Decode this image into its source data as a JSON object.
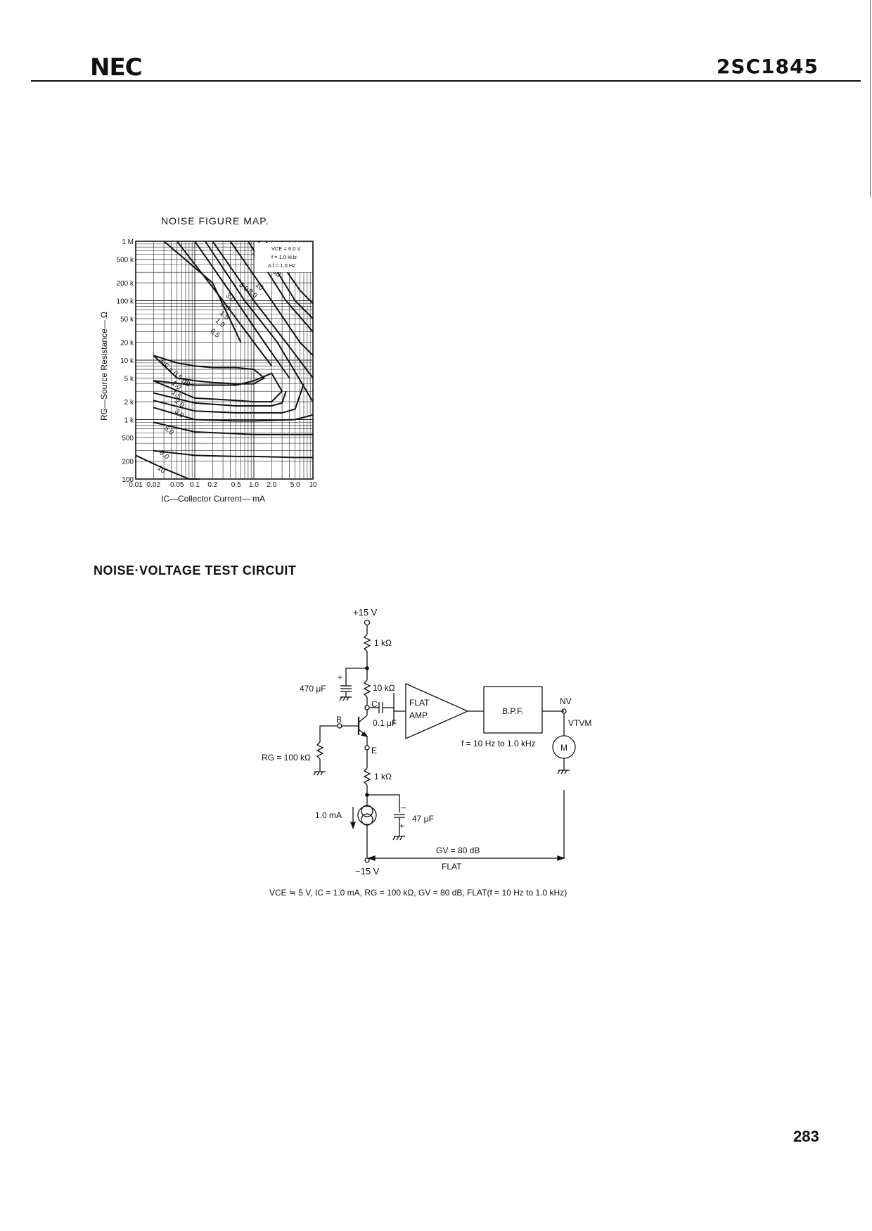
{
  "header": {
    "logo": "NEC",
    "part_number": "2SC1845"
  },
  "noise_map": {
    "title": "NOISE FIGURE MAP.",
    "ylabel": "RG—Source Resistance— Ω",
    "xlabel": "IC—Collector Current— mA",
    "yticks": [
      "1 M",
      "500 k",
      "200 k",
      "100 k",
      "50 k",
      "20 k",
      "10 k",
      "5 k",
      "2 k",
      "1 k",
      "500",
      "200",
      "100"
    ],
    "xticks": [
      "0.01",
      "0.02",
      "0.05",
      "0.1",
      "0.2",
      "0.5",
      "1.0",
      "2.0",
      "5.0",
      "10"
    ],
    "conditions": [
      "VCE = 6.0 V",
      "f = 1.0 kHz",
      "Δ f = 1.0 Hz"
    ],
    "curve_labels": [
      "NF = 0.5 dB",
      "1.0",
      "1.5",
      "2.0",
      "3.0",
      "5.0",
      "8.0",
      "10",
      "0.5",
      "1.0",
      "1.5",
      "2.0",
      "3.0",
      "5.0",
      "8.0",
      "10",
      "NF = 12 dB"
    ]
  },
  "chart_data": {
    "type": "line",
    "title": "NOISE FIGURE MAP.",
    "xlabel": "IC—Collector Current— mA",
    "ylabel": "RG—Source Resistance— Ω",
    "xscale": "log",
    "yscale": "log",
    "xlim": [
      0.01,
      10
    ],
    "ylim": [
      100,
      1000000
    ],
    "grid": true,
    "legend": "top-right",
    "conditions": {
      "VCE": "6.0 V",
      "f": "1.0 kHz",
      "delta_f": "1.0 Hz"
    },
    "series": [
      {
        "name": "NF = 0.5 dB",
        "closed": true,
        "x": [
          0.02,
          0.05,
          0.1,
          0.2,
          0.5,
          1.0,
          1.5,
          1.0,
          0.5,
          0.2,
          0.1,
          0.05,
          0.02
        ],
        "y": [
          12000,
          9000,
          8000,
          7500,
          7500,
          7000,
          5000,
          4000,
          4000,
          4200,
          4500,
          5000,
          12000
        ]
      },
      {
        "name": "1.0",
        "closed": true,
        "x": [
          0.02,
          0.1,
          0.5,
          1.0,
          2.0,
          3.0,
          2.0,
          1.0,
          0.5,
          0.1,
          0.02
        ],
        "y": [
          4500,
          3800,
          3800,
          4500,
          6000,
          3000,
          2000,
          2000,
          2100,
          2300,
          4500
        ]
      },
      {
        "name": "1.5",
        "x": [
          0.02,
          0.1,
          0.5,
          1.0,
          2.0,
          3.0,
          3.5
        ],
        "y": [
          2800,
          1900,
          1700,
          1700,
          1700,
          1900,
          3000
        ]
      },
      {
        "name": "2.0",
        "x": [
          0.02,
          0.1,
          0.5,
          1.0,
          3.0,
          5.0,
          7.0
        ],
        "y": [
          2100,
          1400,
          1300,
          1300,
          1300,
          1500,
          4000
        ]
      },
      {
        "name": "3.0",
        "x": [
          0.02,
          0.1,
          0.5,
          1.0,
          5.0,
          10
        ],
        "y": [
          1600,
          1000,
          950,
          950,
          1000,
          1200
        ]
      },
      {
        "name": "5.0",
        "x": [
          0.02,
          0.1,
          0.5,
          1.0,
          5.0,
          10
        ],
        "y": [
          900,
          620,
          580,
          560,
          560,
          560
        ]
      },
      {
        "name": "8.0",
        "x": [
          0.02,
          0.1,
          0.5,
          1.0,
          5.0,
          10
        ],
        "y": [
          300,
          250,
          240,
          240,
          230,
          230
        ]
      },
      {
        "name": "10",
        "x": [
          0.01,
          0.03,
          0.08,
          0.12
        ],
        "y": [
          250,
          150,
          100,
          100
        ]
      },
      {
        "name": "0.5 (upper)",
        "x": [
          0.03,
          0.2,
          0.6
        ],
        "y": [
          1000000,
          200000,
          20000
        ]
      },
      {
        "name": "1.0 (upper)",
        "x": [
          0.05,
          0.3,
          1.0,
          2.0
        ],
        "y": [
          1000000,
          100000,
          20000,
          8000
        ]
      },
      {
        "name": "1.5 (upper)",
        "x": [
          0.1,
          0.5,
          1.5,
          4.0
        ],
        "y": [
          1000000,
          100000,
          20000,
          5000
        ]
      },
      {
        "name": "2.0 (upper)",
        "x": [
          0.15,
          0.7,
          2.5,
          10
        ],
        "y": [
          1000000,
          100000,
          20000,
          2000
        ]
      },
      {
        "name": "3.0 (upper)",
        "x": [
          0.2,
          1.0,
          3.5,
          10
        ],
        "y": [
          1000000,
          100000,
          20000,
          5000
        ]
      },
      {
        "name": "5.0 (upper)",
        "x": [
          0.4,
          2.0,
          6.0,
          10
        ],
        "y": [
          1000000,
          100000,
          20000,
          12000
        ]
      },
      {
        "name": "8.0 (upper)",
        "x": [
          0.8,
          3.5,
          10
        ],
        "y": [
          1000000,
          100000,
          30000
        ]
      },
      {
        "name": "10 (upper)",
        "x": [
          1.2,
          5.0,
          10
        ],
        "y": [
          1000000,
          100000,
          50000
        ]
      },
      {
        "name": "NF = 12 dB",
        "x": [
          1.6,
          6.0,
          10
        ],
        "y": [
          1000000,
          150000,
          90000
        ]
      }
    ]
  },
  "circuit": {
    "title": "NOISE·VOLTAGE TEST CIRCUIT",
    "vpos": "+15 V",
    "vneg": "−15 V",
    "r1": "1 kΩ",
    "rc": "10 kΩ",
    "re": "1 kΩ",
    "c_bypass": "470 μF",
    "c_couple": "0.1 μF",
    "c_emitter": "47 μF",
    "rg": "RG = 100 kΩ",
    "current_source": "1.0 mA",
    "node_b": "B",
    "node_c": "C",
    "node_e": "E",
    "amp_line1": "FLAT",
    "amp_line2": "AMP.",
    "bpf": "B.P.F.",
    "bpf_range": "f = 10 Hz to 1.0 kHz",
    "nv": "NV",
    "vtvm": "VTVM",
    "meter": "M",
    "gain": "GV = 80 dB",
    "flat": "FLAT",
    "plus": "+",
    "minus": "−"
  },
  "conditions_text": "VCE ≒ 5 V, IC = 1.0 mA, RG = 100 kΩ, GV = 80 dB, FLAT(f = 10 Hz to 1.0 kHz)",
  "page_number": "283"
}
